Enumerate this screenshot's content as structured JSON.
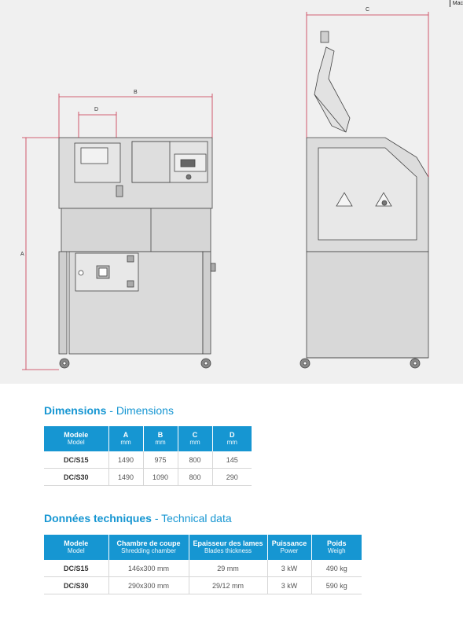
{
  "corner_tag": "Mac",
  "drawing": {
    "dim_labels": {
      "a": "A",
      "b": "B",
      "c": "C",
      "d": "D"
    }
  },
  "dimensions": {
    "title": "Dimensions",
    "subtitle": "Dimensions",
    "headers": [
      {
        "fr": "Modele",
        "en": "Model"
      },
      {
        "fr": "A",
        "en": "mm"
      },
      {
        "fr": "B",
        "en": "mm"
      },
      {
        "fr": "C",
        "en": "mm"
      },
      {
        "fr": "D",
        "en": "mm"
      }
    ],
    "rows": [
      [
        "DC/S15",
        "1490",
        "975",
        "800",
        "145"
      ],
      [
        "DC/S30",
        "1490",
        "1090",
        "800",
        "290"
      ]
    ]
  },
  "technical": {
    "title": "Données  techniques",
    "subtitle": "Technical data",
    "headers": [
      {
        "fr": "Modele",
        "en": "Model"
      },
      {
        "fr": "Chambre de coupe",
        "en": "Shredding chamber"
      },
      {
        "fr": "Epaisseur des lames",
        "en": "Blades thickness"
      },
      {
        "fr": "Puissance",
        "en": "Power"
      },
      {
        "fr": "Poids",
        "en": "Weigh"
      }
    ],
    "rows": [
      [
        "DC/S15",
        "146x300 mm",
        "29 mm",
        "3 kW",
        "490 kg"
      ],
      [
        "DC/S30",
        "290x300 mm",
        "29/12 mm",
        "3 kW",
        "590 kg"
      ]
    ]
  }
}
